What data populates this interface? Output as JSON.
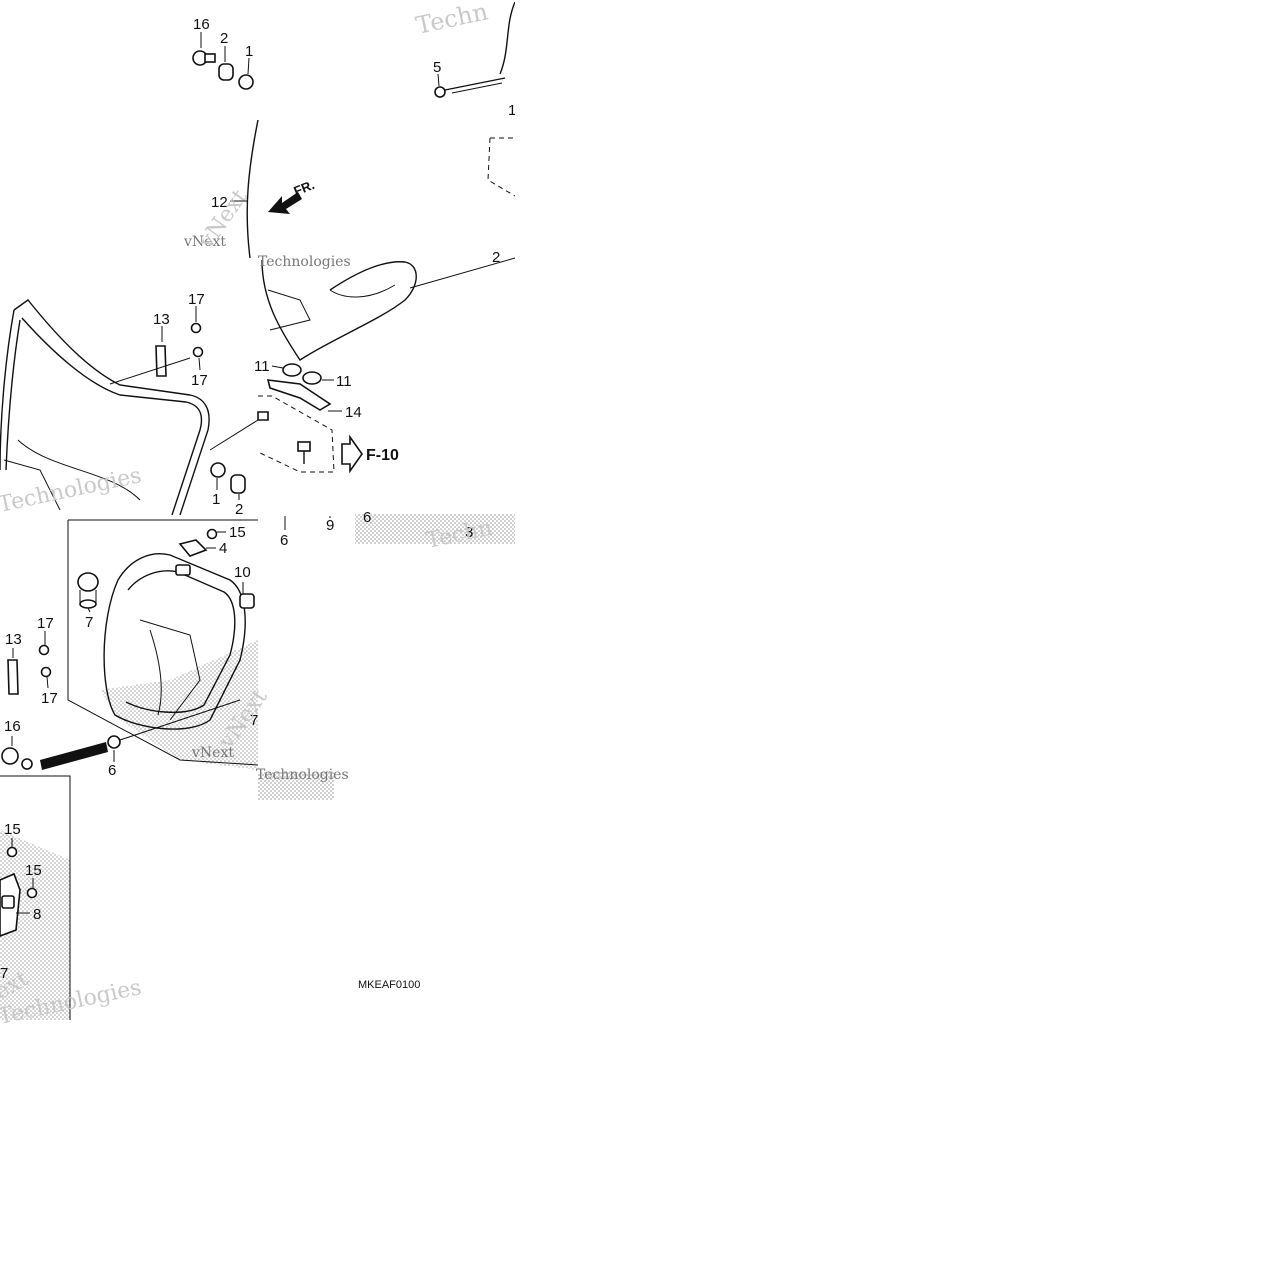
{
  "diagram": {
    "drawing_code": "MKEAF0100",
    "arrow_label": "FR.",
    "ref_label": "F-10",
    "watermark": {
      "a": "vNext",
      "b": "Technologies",
      "c": "Techn",
      "d": "ext"
    },
    "callouts": {
      "c16a": "16",
      "c2a": "2",
      "c1a": "1",
      "c5": "5",
      "c1b": "1",
      "c12": "12",
      "c2b": "2",
      "c13a": "13",
      "c17a": "17",
      "c17b": "17",
      "c11a": "11",
      "c11b": "11",
      "c14": "14",
      "c1c": "1",
      "c2c": "2",
      "c6a": "6",
      "c9": "9",
      "c6b": "6",
      "c3": "3",
      "c15a": "15",
      "c4": "4",
      "c10": "10",
      "c7a": "7",
      "c17c": "17",
      "c13b": "13",
      "c17d": "17",
      "c16b": "16",
      "c6c": "6",
      "c7b": "7",
      "c15b": "15",
      "c15c": "15",
      "c8": "8",
      "c7c": "7"
    }
  }
}
